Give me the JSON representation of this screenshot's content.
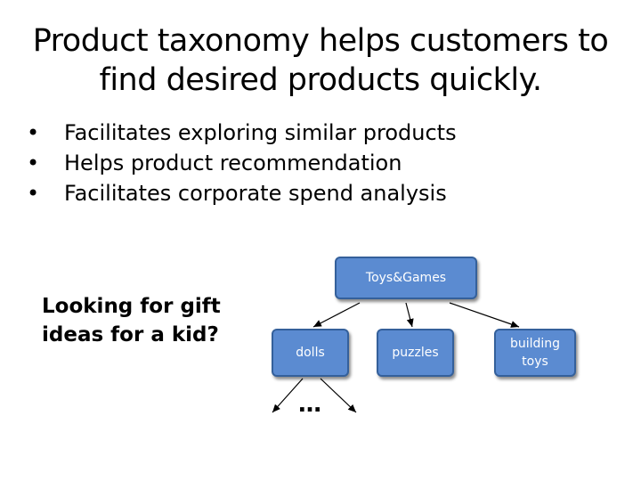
{
  "slide": {
    "title": "Product taxonomy helps customers to find desired products quickly.",
    "bullet_symbol": "•",
    "bullets": [
      "Facilitates exploring similar products",
      "Helps product recommendation",
      "Facilitates corporate spend analysis"
    ],
    "question": "Looking for gift ideas for a kid?"
  },
  "taxonomy": {
    "root": "Toys&Games",
    "children": [
      "dolls",
      "puzzles",
      "building toys"
    ],
    "more_indicator": "…"
  },
  "colors": {
    "node_fill": "#5b8bd1",
    "node_border": "#34609b",
    "node_text": "#ffffff"
  }
}
